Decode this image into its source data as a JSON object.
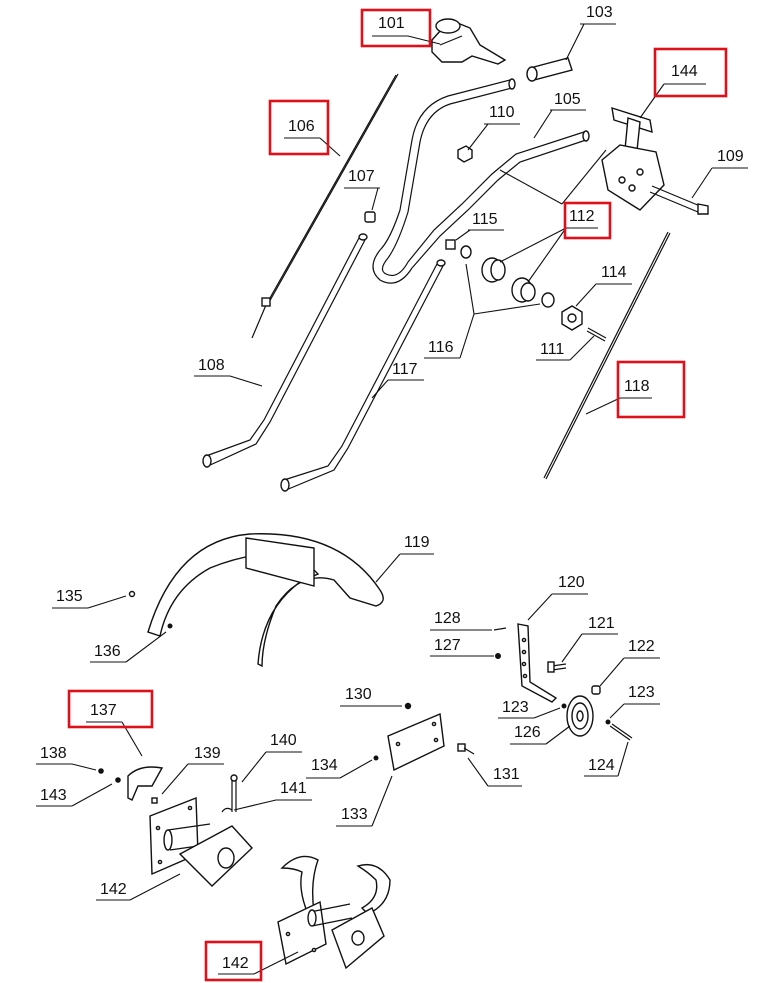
{
  "highlight_color": "#e0101a",
  "labels": {
    "l101": "101",
    "l103": "103",
    "l106": "106",
    "l144": "144",
    "l110": "110",
    "l105": "105",
    "l109": "109",
    "l107": "107",
    "l115": "115",
    "l112": "112",
    "l114": "114",
    "l116": "116",
    "l111": "111",
    "l108": "108",
    "l117": "117",
    "l118": "118",
    "l119": "119",
    "l135": "135",
    "l136": "136",
    "l120": "120",
    "l128": "128",
    "l127": "127",
    "l121": "121",
    "l122": "122",
    "l130": "130",
    "l123a": "123",
    "l123b": "123",
    "l126": "126",
    "l137": "137",
    "l139": "139",
    "l140": "140",
    "l134": "134",
    "l131": "131",
    "l124": "124",
    "l138": "138",
    "l143": "143",
    "l141": "141",
    "l133": "133",
    "l142a": "142",
    "l142b": "142"
  },
  "highlighted_labels": [
    "101",
    "106",
    "144",
    "112",
    "118",
    "137",
    "142"
  ]
}
